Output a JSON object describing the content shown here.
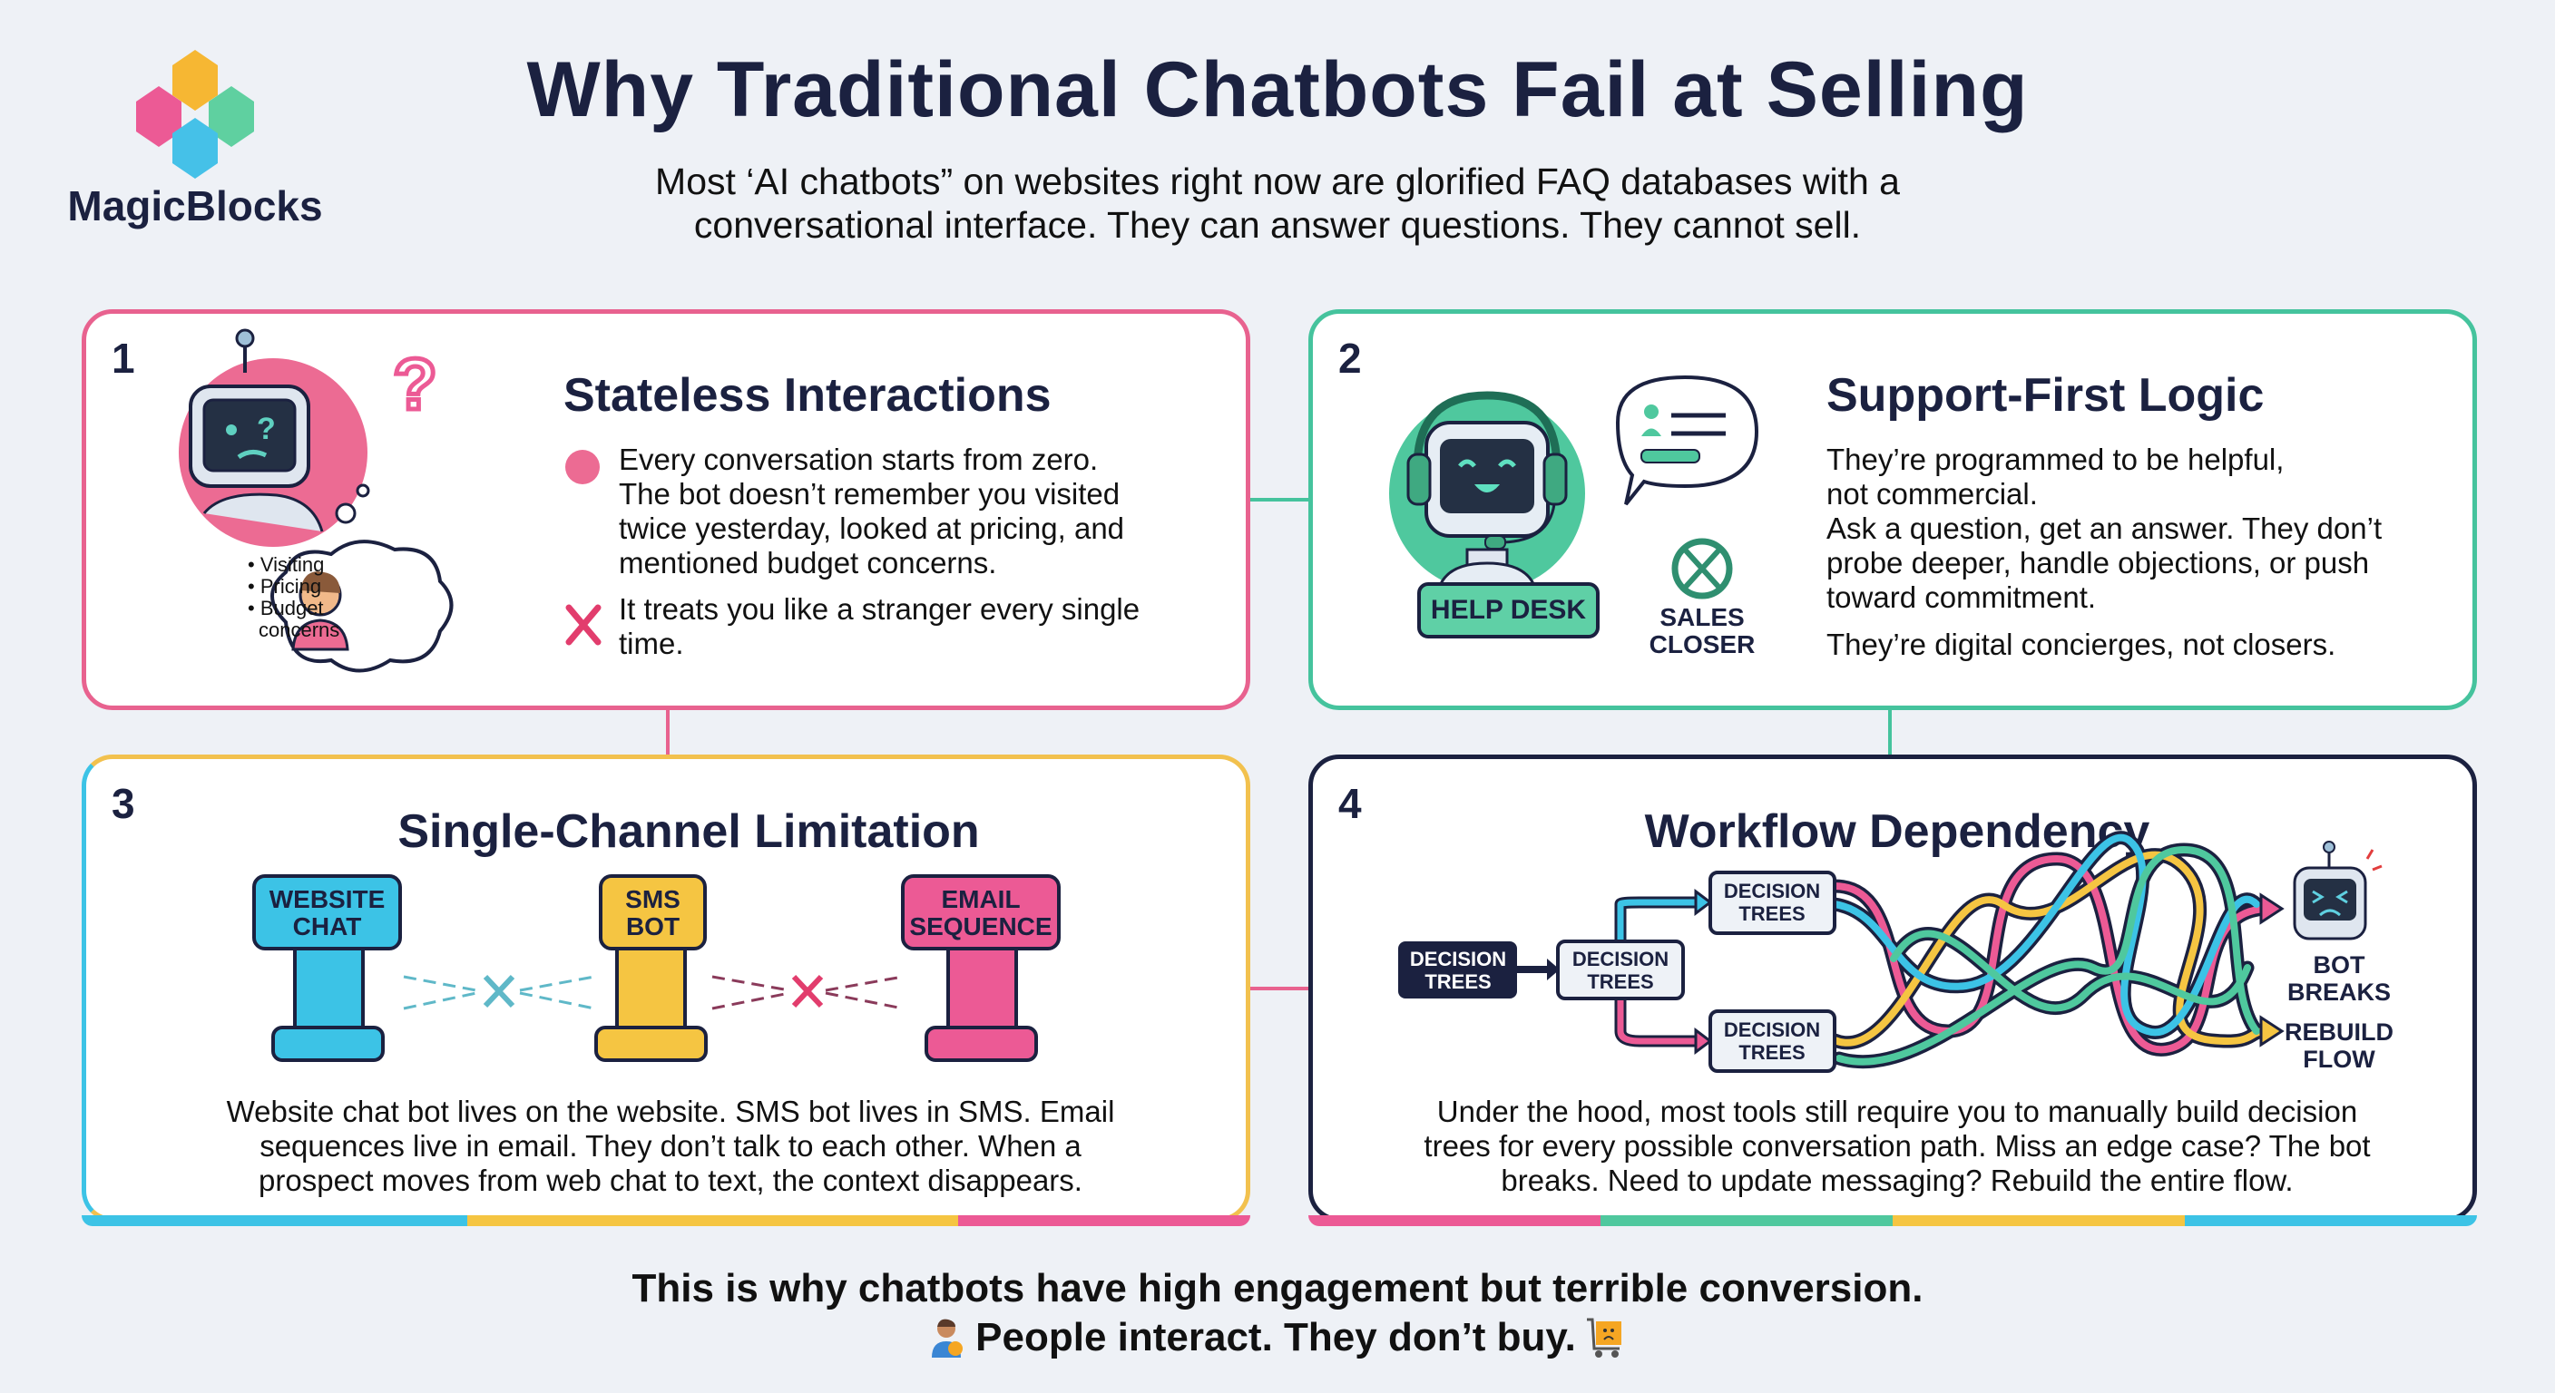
{
  "brand": {
    "name": "MagicBlocks"
  },
  "header": {
    "title": "Why Traditional Chatbots Fail at Selling",
    "subtitle_line1": "Most ‘AI chatbots” on websites right now are glorified FAQ databases with a",
    "subtitle_line2": "conversational interface. They can answer questions. They cannot sell."
  },
  "cards": [
    {
      "number": "1",
      "title": "Stateless Interactions",
      "bullet1": [
        "Every conversation starts from zero.",
        "The bot doesn’t remember you visited",
        "twice yesterday, looked at pricing, and",
        "mentioned budget concerns."
      ],
      "bullet2": [
        "It treats you like a stranger every single",
        "time."
      ],
      "thought": [
        "• Visiting",
        "• Pricing",
        "• Budget",
        "concerns"
      ],
      "color": "#e8628f"
    },
    {
      "number": "2",
      "title": "Support-First Logic",
      "lines": [
        "They’re programmed to be helpful,",
        "not commercial.",
        "Ask a question, get an answer. They don’t",
        "probe deeper, handle objections, or push",
        "toward commitment."
      ],
      "closing": "They’re digital concierges, not closers.",
      "help_desk": "HELP DESK",
      "sales_closer": [
        "SALES",
        "CLOSER"
      ],
      "color": "#45c39d"
    },
    {
      "number": "3",
      "title": "Single-Channel Limitation",
      "channels": [
        [
          "WEBSITE",
          "CHAT"
        ],
        [
          "SMS",
          "BOT"
        ],
        [
          "EMAIL",
          "SEQUENCE"
        ]
      ],
      "channel_colors": [
        "#3cc3e6",
        "#f5c542",
        "#ec5a95"
      ],
      "lines": [
        "Website chat bot lives on the website. SMS bot lives in SMS. Email",
        "sequences live in email. They don’t talk to each other. When a",
        "prospect moves from web chat to text, the context disappears."
      ]
    },
    {
      "number": "4",
      "title": "Workflow Dependency",
      "box_label": [
        "DECISION",
        "TREES"
      ],
      "bot_breaks": "BOT BREAKS",
      "rebuild_flow": [
        "REBUILD",
        "FLOW"
      ],
      "lines": [
        "Under the hood, most tools still require you to manually build decision",
        "trees for every possible conversation path. Miss an edge case? The bot",
        "breaks. Need to update messaging? Rebuild the entire flow."
      ]
    }
  ],
  "footer": {
    "line1": "This is why chatbots have high engagement but terrible conversion.",
    "line2": "People interact. They don’t buy."
  }
}
